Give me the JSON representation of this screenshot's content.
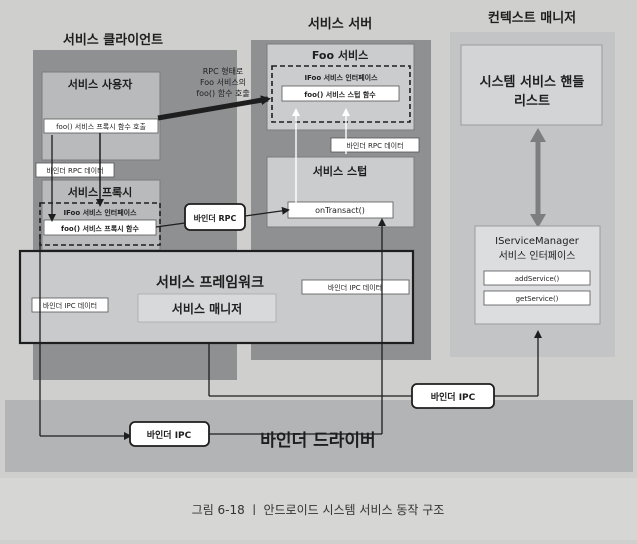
{
  "columns": {
    "client": "서비스 클라이언트",
    "server": "서비스 서버",
    "context_manager": "컨텍스트 매니저"
  },
  "client": {
    "service_user": "서비스 사용자",
    "proxy_call": "foo() 서비스 프록시 함수 호출",
    "binder_rpc_data": "바인더 RPC 데이터",
    "service_proxy": "서비스 프록시",
    "ifoo_interface": "IFoo 서비스 인터페이스",
    "proxy_func": "foo() 서비스 프록시 함수"
  },
  "server": {
    "foo_service": "Foo 서비스",
    "ifoo_interface": "IFoo 서비스 인터페이스",
    "stub_func": "foo() 서비스 스텁 함수",
    "binder_rpc_data": "바인더 RPC 데이터",
    "service_stub": "서비스 스텁",
    "on_transact": "onTransact()"
  },
  "rpc_note": [
    "RPC 형태로",
    "Foo 서비스의",
    "foo() 함수 호출"
  ],
  "binder_rpc_label": "바인더 RPC",
  "context": {
    "handle_list": [
      "시스템 서비스 핸들",
      "리스트"
    ],
    "iservice_manager": "IServiceManager",
    "service_interface": "서비스 인터페이스",
    "add_service": "addService()",
    "get_service": "getService()"
  },
  "framework": {
    "title": "서비스 프레임워크",
    "manager": "서비스 매니저",
    "ipc_left": "바인더 IPC 데이터",
    "ipc_right": "바인더 IPC 데이터"
  },
  "driver": {
    "title": "바인더 드라이버",
    "ipc_left": "바인더 IPC",
    "ipc_right": "바인더 IPC"
  },
  "caption": "그림 6-18 ㅣ 안드로이드 시스템 서비스 동작 구조"
}
